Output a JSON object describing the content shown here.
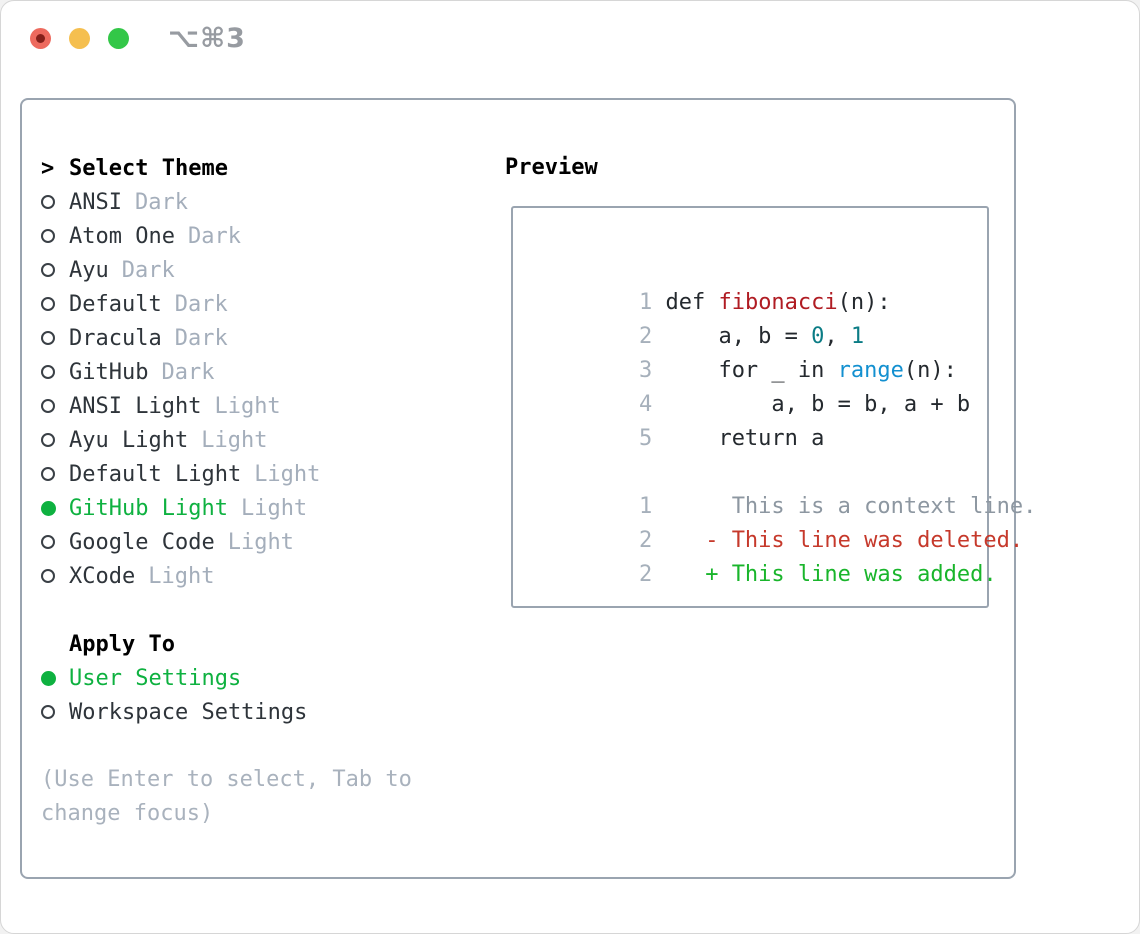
{
  "window": {
    "title": "⌥⌘3",
    "traffic_lights": [
      "close",
      "minimize",
      "zoom"
    ]
  },
  "colors": {
    "accent-green": "#0eb140",
    "added-green": "#19b52b",
    "deleted-red": "#c6392b",
    "function-red": "#b01c23",
    "literal-teal": "#0b7c85",
    "builtin-blue": "#1390d0",
    "border-gray": "#9aa4b0",
    "muted-gray": "#a4aebb",
    "text-dark": "#24292e",
    "traffic-red": "#ed6a5e",
    "traffic-yellow": "#f5bf4f",
    "traffic-green": "#33c748"
  },
  "theme_panel": {
    "header": {
      "prompt": ">",
      "label": "Select Theme"
    },
    "themes": [
      {
        "name": "ANSI",
        "variant": "Dark",
        "selected": false
      },
      {
        "name": "Atom One",
        "variant": "Dark",
        "selected": false
      },
      {
        "name": "Ayu",
        "variant": "Dark",
        "selected": false
      },
      {
        "name": "Default",
        "variant": "Dark",
        "selected": false
      },
      {
        "name": "Dracula",
        "variant": "Dark",
        "selected": false
      },
      {
        "name": "GitHub",
        "variant": "Dark",
        "selected": false
      },
      {
        "name": "ANSI Light",
        "variant": "Light",
        "selected": false
      },
      {
        "name": "Ayu Light",
        "variant": "Light",
        "selected": false
      },
      {
        "name": "Default Light",
        "variant": "Light",
        "selected": false
      },
      {
        "name": "GitHub Light",
        "variant": "Light",
        "selected": true
      },
      {
        "name": "Google Code",
        "variant": "Light",
        "selected": false
      },
      {
        "name": "XCode",
        "variant": "Light",
        "selected": false
      }
    ],
    "apply_to": {
      "label": "Apply To",
      "options": [
        {
          "name": "User Settings",
          "selected": true
        },
        {
          "name": "Workspace Settings",
          "selected": false
        }
      ]
    },
    "hint_line1": "(Use Enter to select, Tab to",
    "hint_line2": "change focus)"
  },
  "preview": {
    "label": "Preview",
    "code_lines": [
      {
        "segments": [
          {
            "type": "linenum",
            "text": "1"
          },
          {
            "type": "plain",
            "text": " def "
          },
          {
            "type": "function",
            "text": "fibonacci"
          },
          {
            "type": "plain",
            "text": "(n):"
          }
        ]
      },
      {
        "segments": [
          {
            "type": "linenum",
            "text": "2"
          },
          {
            "type": "plain",
            "text": "     a, b = "
          },
          {
            "type": "literal",
            "text": "0"
          },
          {
            "type": "plain",
            "text": ", "
          },
          {
            "type": "literal",
            "text": "1"
          }
        ]
      },
      {
        "segments": [
          {
            "type": "linenum",
            "text": "3"
          },
          {
            "type": "plain",
            "text": "     for _ in "
          },
          {
            "type": "builtin",
            "text": "range"
          },
          {
            "type": "plain",
            "text": "(n):"
          }
        ]
      },
      {
        "segments": [
          {
            "type": "linenum",
            "text": "4"
          },
          {
            "type": "plain",
            "text": "         a, b = b, a + b"
          }
        ]
      },
      {
        "segments": [
          {
            "type": "linenum",
            "text": "5"
          },
          {
            "type": "plain",
            "text": "     return a"
          }
        ]
      },
      {
        "segments": []
      },
      {
        "segments": [
          {
            "type": "linenum",
            "text": "1"
          },
          {
            "type": "context",
            "text": "      This is a context line."
          }
        ]
      },
      {
        "segments": [
          {
            "type": "linenum",
            "text": "2"
          },
          {
            "type": "deleted",
            "text": "    - This line was deleted."
          }
        ]
      },
      {
        "segments": [
          {
            "type": "linenum",
            "text": "2"
          },
          {
            "type": "added",
            "text": "    + This line was added."
          }
        ]
      }
    ]
  }
}
